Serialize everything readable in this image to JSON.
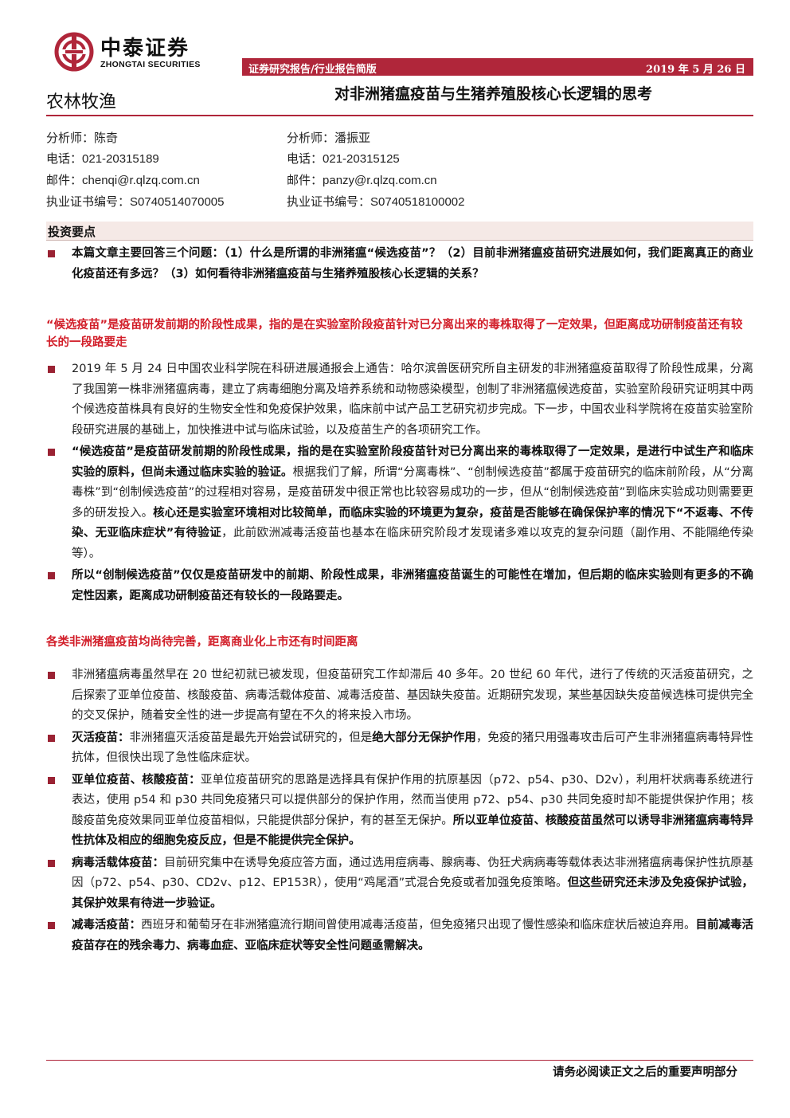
{
  "brand": {
    "name_cn": "中泰证券",
    "name_en": "ZHONGTAI SECURITIES",
    "color": "#b0263a"
  },
  "header": {
    "report_type": "证券研究报告/行业报告简版",
    "date": "2019 年 5 月 26 日",
    "sector": "农林牧渔",
    "title": "对非洲猪瘟疫苗与生猪养殖股核心长逻辑的思考"
  },
  "analysts": [
    {
      "role": "分析师：",
      "name": "陈奇",
      "phone_label": "电话：",
      "phone": "021-20315189",
      "mail_label": "邮件：",
      "mail": "chenqi@r.qlzq.com.cn",
      "cert_label": "执业证书编号：",
      "cert": "S0740514070005"
    },
    {
      "role": "分析师：",
      "name": "潘振亚",
      "phone_label": "电话：",
      "phone": "021-20315125",
      "mail_label": "邮件：",
      "mail": "panzy@r.qlzq.com.cn",
      "cert_label": "执业证书编号：",
      "cert": "S0740518100002"
    }
  ],
  "section_title": "投资要点",
  "intro": "本篇文章主要回答三个问题：（1）什么是所谓的非洲猪瘟“候选疫苗”？（2）目前非洲猪瘟疫苗研究进展如何，我们距离真正的商业化疫苗还有多远？（3）如何看待非洲猪瘟疫苗与生猪养殖股核心长逻辑的关系？",
  "head1": "“候选疫苗”是疫苗研发前期的阶段性成果，指的是在实验室阶段疫苗针对已分离出来的毒株取得了一定效果，但距离成功研制疫苗还有较长的一段路要走",
  "p1": "2019 年 5 月 24 日中国农业科学院在科研进展通报会上通告：哈尔滨兽医研究所自主研发的非洲猪瘟疫苗取得了阶段性成果，分离了我国第一株非洲猪瘟病毒，建立了病毒细胞分离及培养系统和动物感染模型，创制了非洲猪瘟候选疫苗，实验室阶段研究证明其中两个候选疫苗株具有良好的生物安全性和免疫保护效果，临床前中试产品工艺研究初步完成。下一步，中国农业科学院将在疫苗实验室阶段研究进展的基础上，加快推进中试与临床试验，以及疫苗生产的各项研究工作。",
  "p2": {
    "b1": "“候选疫苗”是疫苗研发前期的阶段性成果，指的是在实验室阶段疫苗针对已分离出来的毒株取得了一定效果，是进行中试生产和临床实验的原料，但尚未通过临床实验的验证。",
    "t1": "根据我们了解，所谓“分离毒株”、“创制候选疫苗”都属于疫苗研究的临床前阶段，从“分离毒株”到“创制候选疫苗”的过程相对容易，是疫苗研发中很正常也比较容易成功的一步，但从“创制候选疫苗”到临床实验成功则需要更多的研发投入。",
    "b2": "核心还是实验室环境相对比较简单，而临床实验的环境更为复杂，疫苗是否能够在确保保护率的情况下“不返毒、不传染、无亚临床症状”有待验证",
    "t2": "，此前欧洲减毒活疫苗也基本在临床研究阶段才发现诸多难以攻克的复杂问题（副作用、不能隔绝传染等）。"
  },
  "p3": "所以“创制候选疫苗”仅仅是疫苗研发中的前期、阶段性成果，非洲猪瘟疫苗诞生的可能性在增加，但后期的临床实验则有更多的不确定性因素，距离成功研制疫苗还有较长的一段路要走。",
  "head2": "各类非洲猪瘟疫苗均尚待完善，距离商业化上市还有时间距离",
  "p4": "非洲猪瘟病毒虽然早在 20 世纪初就已被发现，但疫苗研究工作却滞后 40 多年。20 世纪 60 年代，进行了传统的灭活疫苗研究，之后探索了亚单位疫苗、核酸疫苗、病毒活载体疫苗、减毒活疫苗、基因缺失疫苗。近期研究发现，某些基因缺失疫苗候选株可提供完全的交叉保护，随着安全性的进一步提高有望在不久的将来投入市场。",
  "p5": {
    "label": "灭活疫苗：",
    "t1": "非洲猪瘟灭活疫苗是最先开始尝试研究的，但是",
    "b1": "绝大部分无保护作用",
    "t2": "，免疫的猪只用强毒攻击后可产生非洲猪瘟病毒特异性抗体，但很快出现了急性临床症状。"
  },
  "p6": {
    "label": "亚单位疫苗、核酸疫苗：",
    "t1": "亚单位疫苗研究的思路是选择具有保护作用的抗原基因（p72、p54、p30、D2v），利用杆状病毒系统进行表达，使用 p54 和 p30 共同免疫猪只可以提供部分的保护作用，然而当使用 p72、p54、p30 共同免疫时却不能提供保护作用；核酸疫苗免疫效果同亚单位疫苗相似，只能提供部分保护，有的甚至无保护。",
    "b1": "所以亚单位疫苗、核酸疫苗虽然可以诱导非洲猪瘟病毒特异性抗体及相应的细胞免疫反应，但是不能提供完全保护。"
  },
  "p7": {
    "label": "病毒活载体疫苗：",
    "t1": "目前研究集中在诱导免疫应答方面，通过选用痘病毒、腺病毒、伪狂犬病病毒等载体表达非洲猪瘟病毒保护性抗原基因（p72、p54、p30、CD2v、p12、EP153R），使用“鸡尾酒”式混合免疫或者加强免疫策略。",
    "b1": "但这些研究还未涉及免疫保护试验，其保护效果有待进一步验证。"
  },
  "p8": {
    "label": "减毒活疫苗：",
    "t1": "西班牙和葡萄牙在非洲猪瘟流行期间曾使用减毒活疫苗，但免疫猪只出现了慢性感染和临床症状后被迫弃用。",
    "b1": "目前减毒活疫苗存在的残余毒力、病毒血症、亚临床症状等安全性问题亟需解决。"
  },
  "footer": "请务必阅读正文之后的重要声明部分"
}
